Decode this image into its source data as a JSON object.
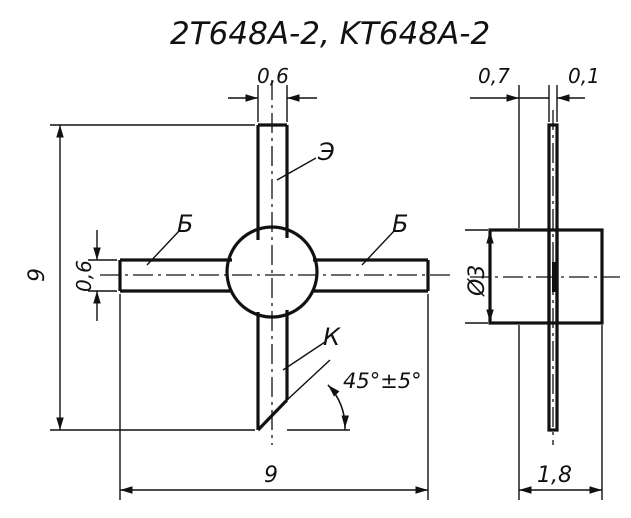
{
  "title": "2T648A-2, KT648A-2",
  "front_view": {
    "dim_lead_width_top": "0,6",
    "dim_lead_width_left": "0,6",
    "dim_height": "9",
    "dim_width": "9",
    "label_emitter": "Э",
    "label_base_left": "Б",
    "label_base_right": "Б",
    "label_collector": "К",
    "angle": "45°±5°"
  },
  "side_view": {
    "dim_left": "0,7",
    "dim_right": "0,1",
    "dim_diameter": "Ø3",
    "dim_length": "1,8"
  }
}
